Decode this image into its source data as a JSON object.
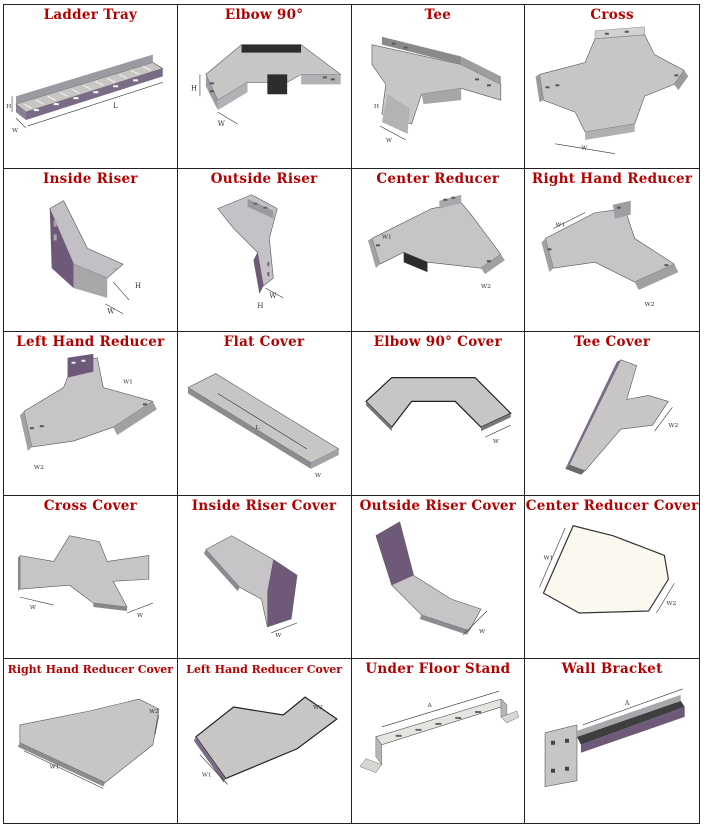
{
  "colors": {
    "title": "#b30000",
    "steel_light": "#c8c6c4",
    "steel_mid": "#a6a4a2",
    "steel_dark": "#3a3a3a",
    "edge_purple": "#6e5a78",
    "cover_light": "#fbf8f0"
  },
  "items": [
    {
      "label": "Ladder Tray",
      "icon": "ladder-tray-icon"
    },
    {
      "label": "Elbow 90°",
      "icon": "elbow-90-icon"
    },
    {
      "label": "Tee",
      "icon": "tee-icon"
    },
    {
      "label": "Cross",
      "icon": "cross-icon"
    },
    {
      "label": "Inside Riser",
      "icon": "inside-riser-icon"
    },
    {
      "label": "Outside Riser",
      "icon": "outside-riser-icon"
    },
    {
      "label": "Center Reducer",
      "icon": "center-reducer-icon"
    },
    {
      "label": "Right Hand Reducer",
      "icon": "right-hand-reducer-icon"
    },
    {
      "label": "Left Hand Reducer",
      "icon": "left-hand-reducer-icon"
    },
    {
      "label": "Flat Cover",
      "icon": "flat-cover-icon"
    },
    {
      "label": "Elbow 90° Cover",
      "icon": "elbow-90-cover-icon"
    },
    {
      "label": "Tee Cover",
      "icon": "tee-cover-icon"
    },
    {
      "label": "Cross Cover",
      "icon": "cross-cover-icon"
    },
    {
      "label": "Inside Riser Cover",
      "icon": "inside-riser-cover-icon"
    },
    {
      "label": "Outside Riser Cover",
      "icon": "outside-riser-cover-icon"
    },
    {
      "label": "Center Reducer Cover",
      "icon": "center-reducer-cover-icon"
    },
    {
      "label": "Right Hand Reducer Cover",
      "icon": "right-hand-reducer-cover-icon"
    },
    {
      "label": "Left Hand Reducer Cover",
      "icon": "left-hand-reducer-cover-icon"
    },
    {
      "label": "Under Floor Stand",
      "icon": "under-floor-stand-icon"
    },
    {
      "label": "Wall Bracket",
      "icon": "wall-bracket-icon"
    }
  ],
  "dimensions": {
    "width": "W",
    "height": "H",
    "length": "L",
    "width1": "W1",
    "width2": "W2"
  }
}
